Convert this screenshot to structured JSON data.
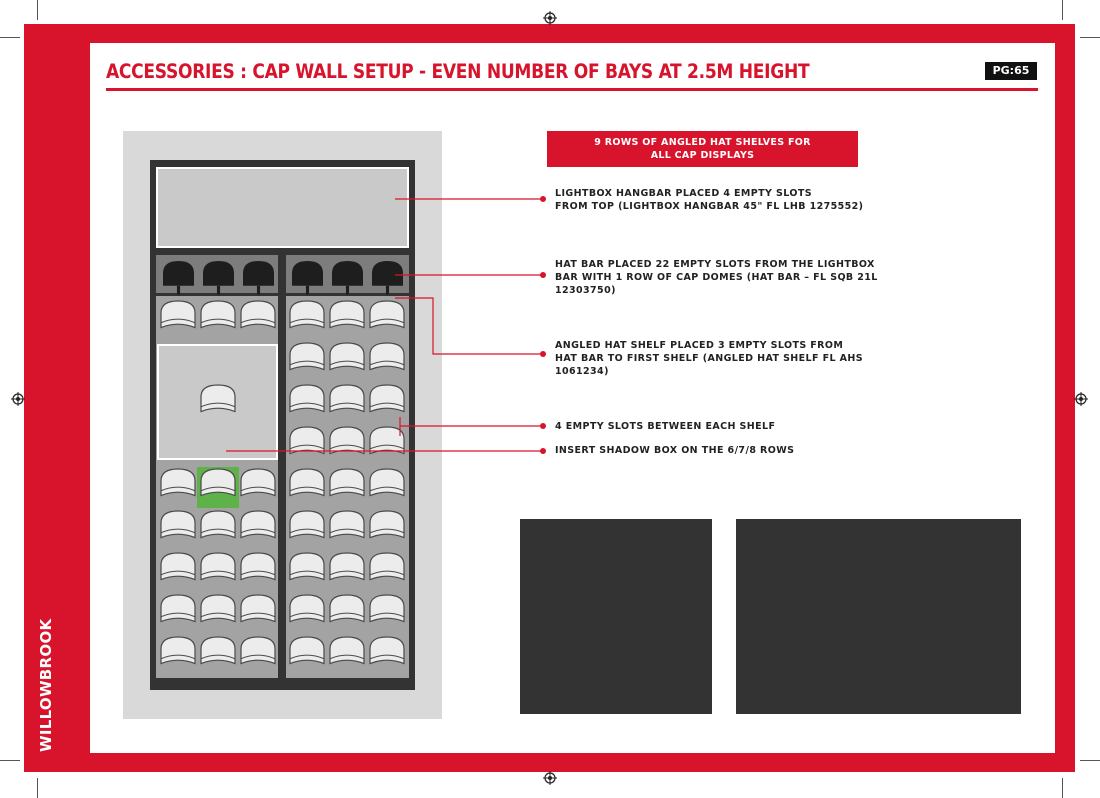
{
  "header": {
    "title": "ACCESSORIES : CAP WALL SETUP - EVEN NUMBER OF BAYS AT 2.5M HEIGHT",
    "page_label": "PG:65"
  },
  "sidebar": {
    "brand": "WILLOWBROOK"
  },
  "banner": {
    "line1": "9 ROWS OF ANGLED HAT SHELVES FOR",
    "line2": "ALL CAP DISPLAYS"
  },
  "annotations": [
    {
      "line1": "LIGHTBOX HANGBAR PLACED 4 EMPTY SLOTS",
      "line2": "FROM TOP (LIGHTBOX HANGBAR 45\" FL LHB 1275552)",
      "line3": ""
    },
    {
      "line1": "HAT BAR PLACED 22  EMPTY SLOTS FROM THE LIGHTBOX",
      "line2": "BAR WITH 1 ROW OF CAP DOMES (HAT BAR – FL SQB 21L",
      "line3": "12303750)"
    },
    {
      "line1": "ANGLED  HAT  SHELF  PLACED  3  EMPTY  SLOTS  FROM",
      "line2": "HAT BAR TO FIRST SHELF (ANGLED HAT SHELF FL AHS",
      "line3": "1061234)"
    },
    {
      "line1": "4 EMPTY SLOTS  BETWEEN EACH SHELF",
      "line2": "",
      "line3": ""
    },
    {
      "line1": "INSERT SHADOW BOX ON THE 6/7/8 ROWS",
      "line2": "",
      "line3": ""
    }
  ],
  "colors": {
    "brand_red": "#d7142c",
    "highlight_green": "#5fb24a",
    "fixture_dark": "#333333",
    "panel_grey": "#d9d9d9"
  },
  "icons": [
    "cap-dome-icon",
    "cap-icon",
    "registration-mark-icon",
    "bullet-dot-icon"
  ]
}
